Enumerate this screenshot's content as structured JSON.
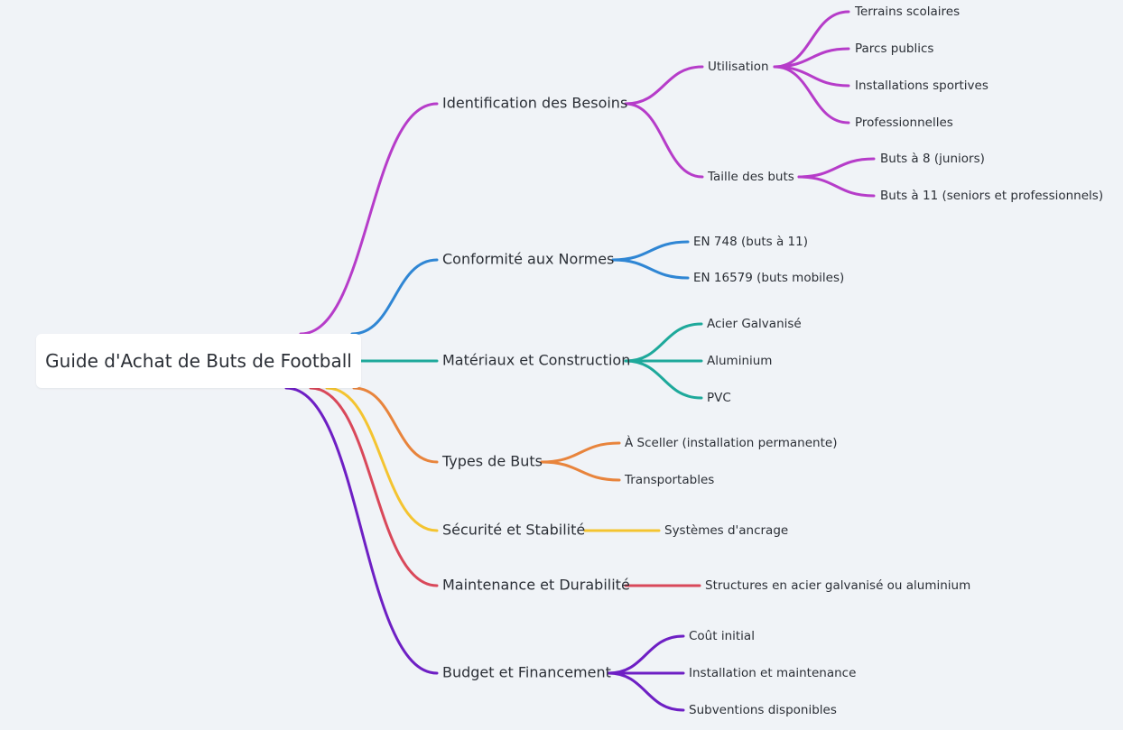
{
  "root": {
    "label": "Guide d'Achat de Buts de Football"
  },
  "branches": [
    {
      "label": "Identification des Besoins",
      "color": "#b63cc9",
      "children": [
        {
          "label": "Utilisation",
          "children": [
            {
              "label": "Terrains scolaires"
            },
            {
              "label": "Parcs publics"
            },
            {
              "label": "Installations sportives"
            },
            {
              "label": "Professionnelles"
            }
          ]
        },
        {
          "label": "Taille des buts",
          "children": [
            {
              "label": "Buts à 8 (juniors)"
            },
            {
              "label": "Buts à 11 (seniors et professionnels)"
            }
          ]
        }
      ]
    },
    {
      "label": "Conformité aux Normes",
      "color": "#2f86d4",
      "children": [
        {
          "label": "EN 748 (buts à 11)"
        },
        {
          "label": "EN 16579 (buts mobiles)"
        }
      ]
    },
    {
      "label": "Matériaux et Construction",
      "color": "#1ea99b",
      "children": [
        {
          "label": "Acier Galvanisé"
        },
        {
          "label": "Aluminium"
        },
        {
          "label": "PVC"
        }
      ]
    },
    {
      "label": "Types de Buts",
      "color": "#e8843c",
      "children": [
        {
          "label": "À Sceller (installation permanente)"
        },
        {
          "label": "Transportables"
        }
      ]
    },
    {
      "label": "Sécurité et Stabilité",
      "color": "#f4c430",
      "children": [
        {
          "label": "Systèmes d'ancrage"
        }
      ]
    },
    {
      "label": "Maintenance et Durabilité",
      "color": "#d9485a",
      "children": [
        {
          "label": "Structures en acier galvanisé ou aluminium"
        }
      ]
    },
    {
      "label": "Budget et Financement",
      "color": "#6e1fc4",
      "children": [
        {
          "label": "Coût initial"
        },
        {
          "label": "Installation et maintenance"
        },
        {
          "label": "Subventions disponibles"
        }
      ]
    }
  ]
}
